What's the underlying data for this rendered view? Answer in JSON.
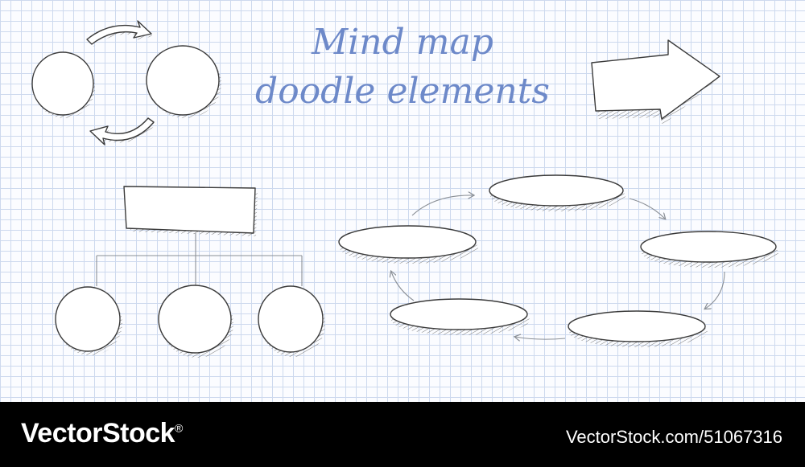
{
  "title": {
    "line1": "Mind map",
    "line2": "doodle elements",
    "color": "#6d89c9"
  },
  "palette": {
    "grid_line": "#cdd9ee",
    "ink": "#3a3a3a",
    "paper": "#fbfcff"
  },
  "footer": {
    "brand": "VectorStock",
    "brand_mark": "®",
    "asset_id": "VectorStock.com/51067316"
  },
  "elements": {
    "cycle_pair": {
      "circles": 2,
      "arrows": [
        "curved-arrow-right",
        "curved-arrow-left"
      ]
    },
    "big_arrow": {
      "direction": "right"
    },
    "hierarchy": {
      "header_box": 1,
      "child_circles": 3
    },
    "ellipse_cycle": {
      "ellipses": 5,
      "arrow_direction": "clockwise"
    }
  }
}
